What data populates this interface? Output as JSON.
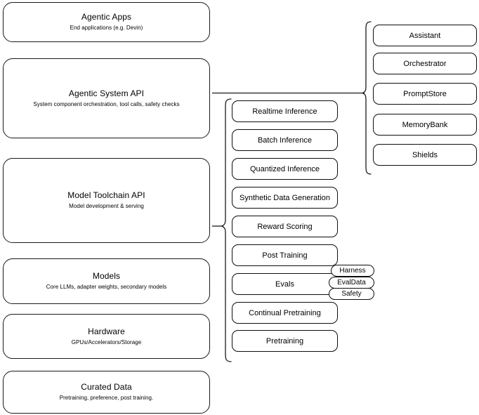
{
  "diagram": {
    "title": "Agentic AI stack layers",
    "stroke_color": "#1a1a1a",
    "background": "#ffffff"
  },
  "stack": {
    "layers": [
      {
        "title": "Agentic Apps",
        "subtitle": "End applications (e.g. Devin)"
      },
      {
        "title": "Agentic System API",
        "subtitle": "System component orchestration, tool calls, safety checks"
      },
      {
        "title": "Model Toolchain API",
        "subtitle": "Model development & serving"
      },
      {
        "title": "Models",
        "subtitle": "Core LLMs, adapter weights, secondary models"
      },
      {
        "title": "Hardware",
        "subtitle": "GPUs/Accelerators/Storage"
      },
      {
        "title": "Curated Data",
        "subtitle": "Pretraining, preference, post training."
      }
    ]
  },
  "toolchain_capabilities": {
    "items": [
      {
        "label": "Realtime Inference"
      },
      {
        "label": "Batch Inference"
      },
      {
        "label": "Quantized Inference"
      },
      {
        "label": "Synthetic Data Generation"
      },
      {
        "label": "Reward Scoring"
      },
      {
        "label": "Post Training"
      },
      {
        "label": "Evals"
      },
      {
        "label": "Continual Pretraining"
      },
      {
        "label": "Pretraining"
      }
    ]
  },
  "evals_subitems": {
    "items": [
      {
        "label": "Harness"
      },
      {
        "label": "EvalData"
      },
      {
        "label": "Safety"
      }
    ]
  },
  "system_components": {
    "items": [
      {
        "label": "Assistant"
      },
      {
        "label": "Orchestrator"
      },
      {
        "label": "PromptStore"
      },
      {
        "label": "MemoryBank"
      },
      {
        "label": "Shields"
      }
    ]
  }
}
